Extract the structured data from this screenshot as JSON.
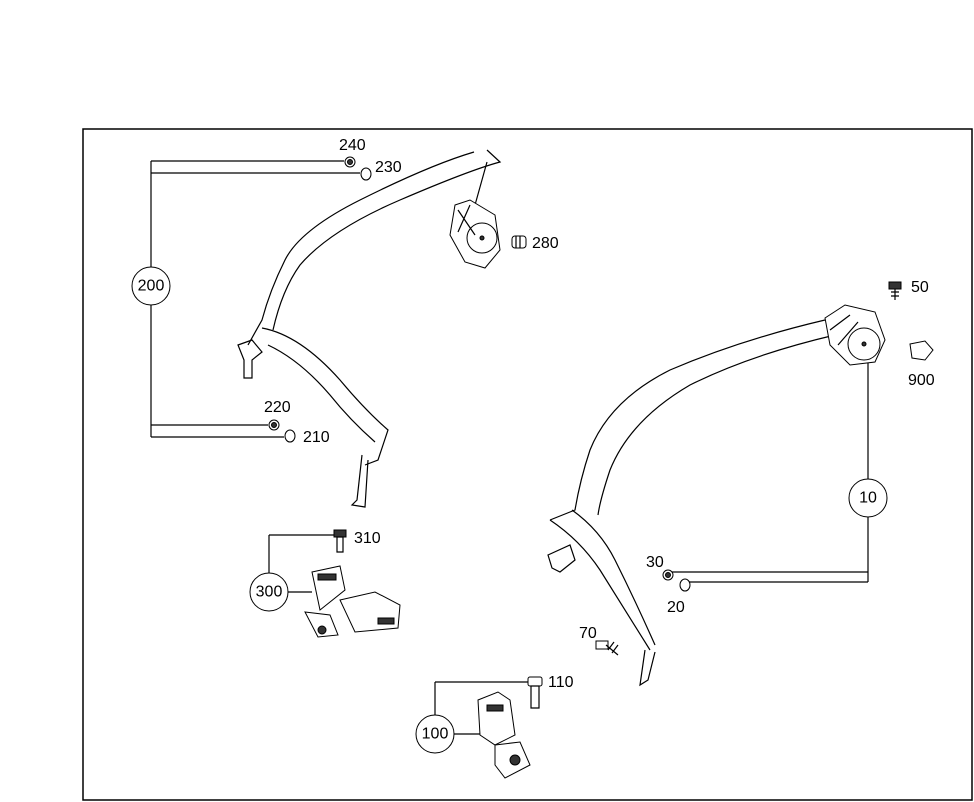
{
  "diagram": {
    "assemblies": [
      {
        "id": "200",
        "parts": [
          "240",
          "230",
          "220",
          "210"
        ]
      },
      {
        "id": "10",
        "parts": [
          "30",
          "20"
        ]
      },
      {
        "id": "300",
        "parts": [
          "310"
        ]
      },
      {
        "id": "100",
        "parts": [
          "110"
        ]
      }
    ],
    "part_labels": {
      "p240": "240",
      "p230": "230",
      "p280": "280",
      "p220": "220",
      "p210": "210",
      "p50": "50",
      "p900": "900",
      "p30": "30",
      "p20": "20",
      "p310": "310",
      "p110": "110",
      "p70": "70"
    },
    "callouts": {
      "c200": "200",
      "c10": "10",
      "c300": "300",
      "c100": "100"
    }
  }
}
